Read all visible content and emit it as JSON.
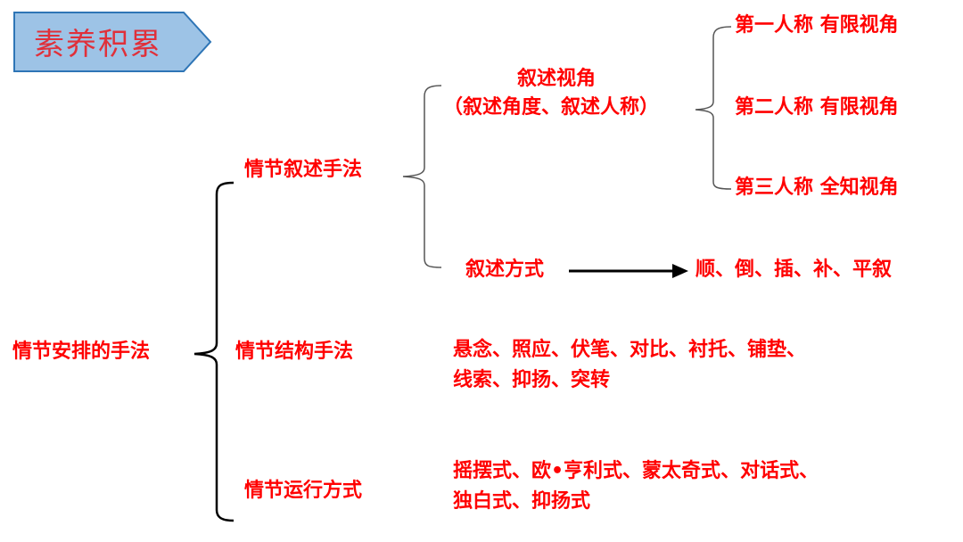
{
  "badge": {
    "text": "素养积累",
    "fill": "#9dc3e6",
    "stroke": "#2e75b6",
    "text_color": "#e0303a"
  },
  "accent_color": "#ff0000",
  "root": "情节安排的手法",
  "branches": {
    "narration": {
      "title": "情节叙述手法",
      "perspective": {
        "title_line1": "叙述视角",
        "title_line2": "（叙述角度、叙述人称）",
        "items": [
          "第一人称 有限视角",
          "第二人称 有限视角",
          "第三人称 全知视角"
        ]
      },
      "method": {
        "title": "叙述方式",
        "result": "顺、倒、插、补、平叙"
      }
    },
    "structure": {
      "title": "情节结构手法",
      "line1": "悬念、照应、伏笔、对比、衬托、铺垫、",
      "line2": "线索、抑扬、突转"
    },
    "operation": {
      "title": "情节运行方式",
      "line1": "摇摆式、欧•亨利式、蒙太奇式、对话式、",
      "line2": "独白式、抑扬式"
    }
  }
}
